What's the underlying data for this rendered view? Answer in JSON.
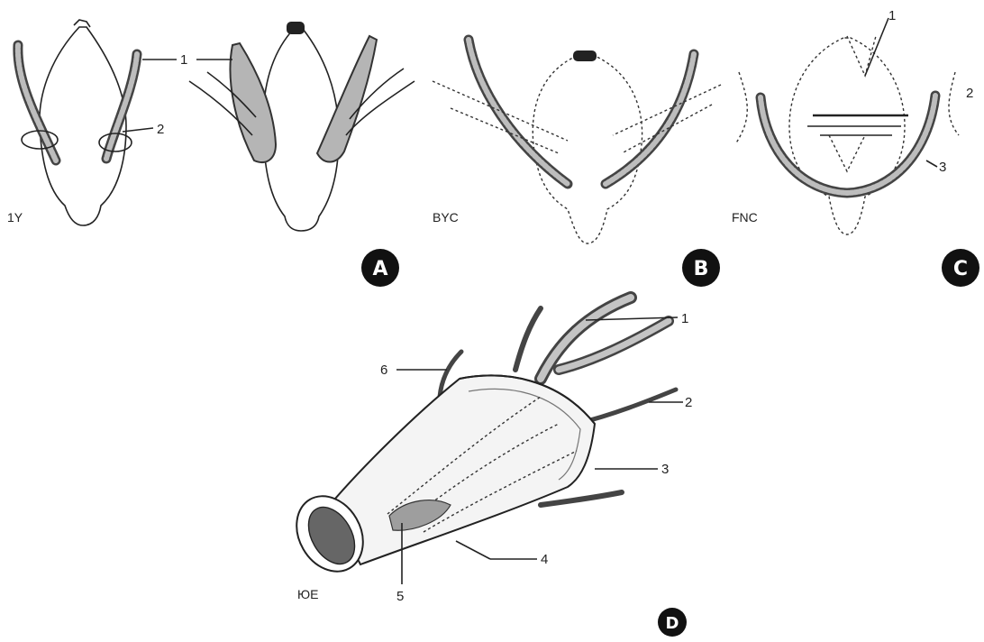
{
  "panels": {
    "A": {
      "badge": "A",
      "corner_label": "1Y",
      "callouts": [
        "1",
        "2"
      ]
    },
    "B": {
      "badge": "B",
      "corner_label": "BYC"
    },
    "C": {
      "badge": "C",
      "corner_label": "FNC",
      "callouts": [
        "1",
        "2",
        "3"
      ]
    },
    "D": {
      "badge": "D",
      "corner_label": "ЮE",
      "callouts": [
        "1",
        "2",
        "3",
        "4",
        "5",
        "6"
      ]
    }
  }
}
